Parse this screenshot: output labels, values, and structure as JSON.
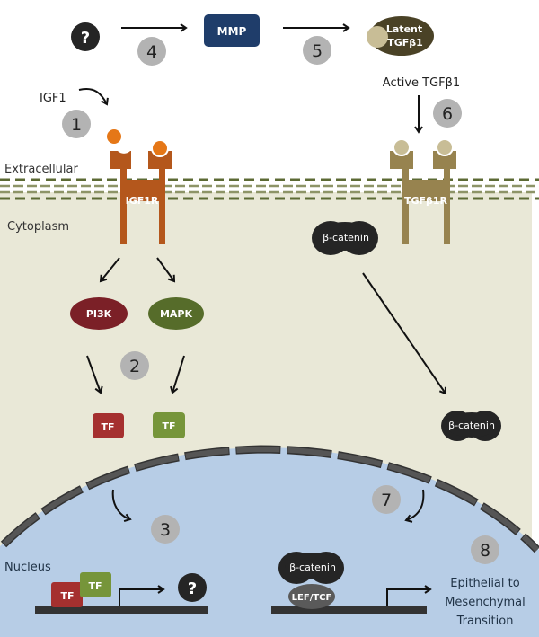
{
  "regions": {
    "extracellular": "Extracellular",
    "cytoplasm": "Cytoplasm",
    "nucleus": "Nucleus"
  },
  "colors": {
    "cytoplasm": "#e9e8d7",
    "nucleus": "#b7cde6",
    "membrane": "#5c6a34",
    "igf": "#b4571c",
    "ligand_orange": "#e57717",
    "tgf": "#97834f",
    "tgf_ligand": "#c8bd96",
    "pi3k": "#7b2027",
    "mapk": "#566c2a",
    "tf_red": "#a5302f",
    "tf_green": "#76953a",
    "mmp": "#1f3d6a",
    "latent": "#4a4226",
    "dark": "#252525",
    "step_circle": "#b3b3b3",
    "envelope": "#4c4c4c",
    "lef": "#5a5a5a",
    "nucleus_text": "#1f3246"
  },
  "top": {
    "unknown": "?",
    "mmp": "MMP",
    "latent_line1": "Latent",
    "latent_line2": "TGFβ1",
    "active": "Active TGFβ1"
  },
  "ligand": {
    "igf1": "IGF1"
  },
  "receptors": {
    "igf1r": "IGF1R",
    "tgfb1r": "TGFβ1R"
  },
  "kinases": {
    "pi3k": "PI3K",
    "mapk": "MAPK"
  },
  "tf": {
    "red": "TF",
    "green": "TF"
  },
  "beta_catenin": {
    "label": "β-catenin"
  },
  "nucleus": {
    "tf_red": "TF",
    "tf_green": "TF",
    "unknown": "?",
    "beta_catenin": "β-catenin",
    "lef_tcf": "LEF/TCF",
    "emt_line1": "Epithelial to",
    "emt_line2": "Mesenchymal",
    "emt_line3": "Transition"
  },
  "steps": [
    "1",
    "2",
    "3",
    "4",
    "5",
    "6",
    "7",
    "8"
  ]
}
